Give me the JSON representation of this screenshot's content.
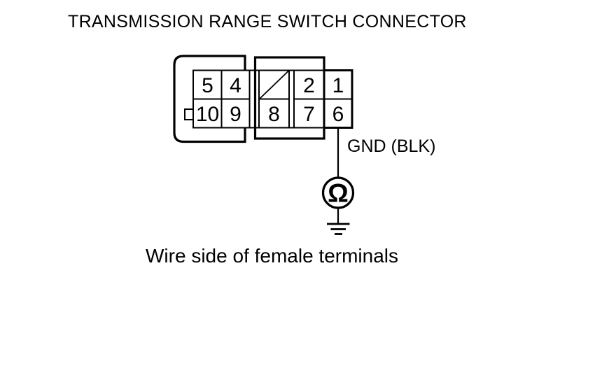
{
  "labels": {
    "title": "TRANSMISSION RANGE SWITCH CONNECTOR",
    "wire": "GND (BLK)",
    "caption": "Wire side of female terminals"
  },
  "connector": {
    "pins_top": [
      "5",
      "4",
      "2",
      "1"
    ],
    "pins_bottom": [
      "10",
      "9",
      "8",
      "7",
      "6"
    ],
    "empty_cell_icon": "diagonal-slash-no-terminal"
  },
  "meter": {
    "icon": "ohmmeter-icon",
    "symbol": "Ω"
  },
  "ground": {
    "icon": "chassis-ground-icon"
  },
  "colors": {
    "line": "#000000",
    "text": "#000000",
    "background": "#ffffff"
  }
}
